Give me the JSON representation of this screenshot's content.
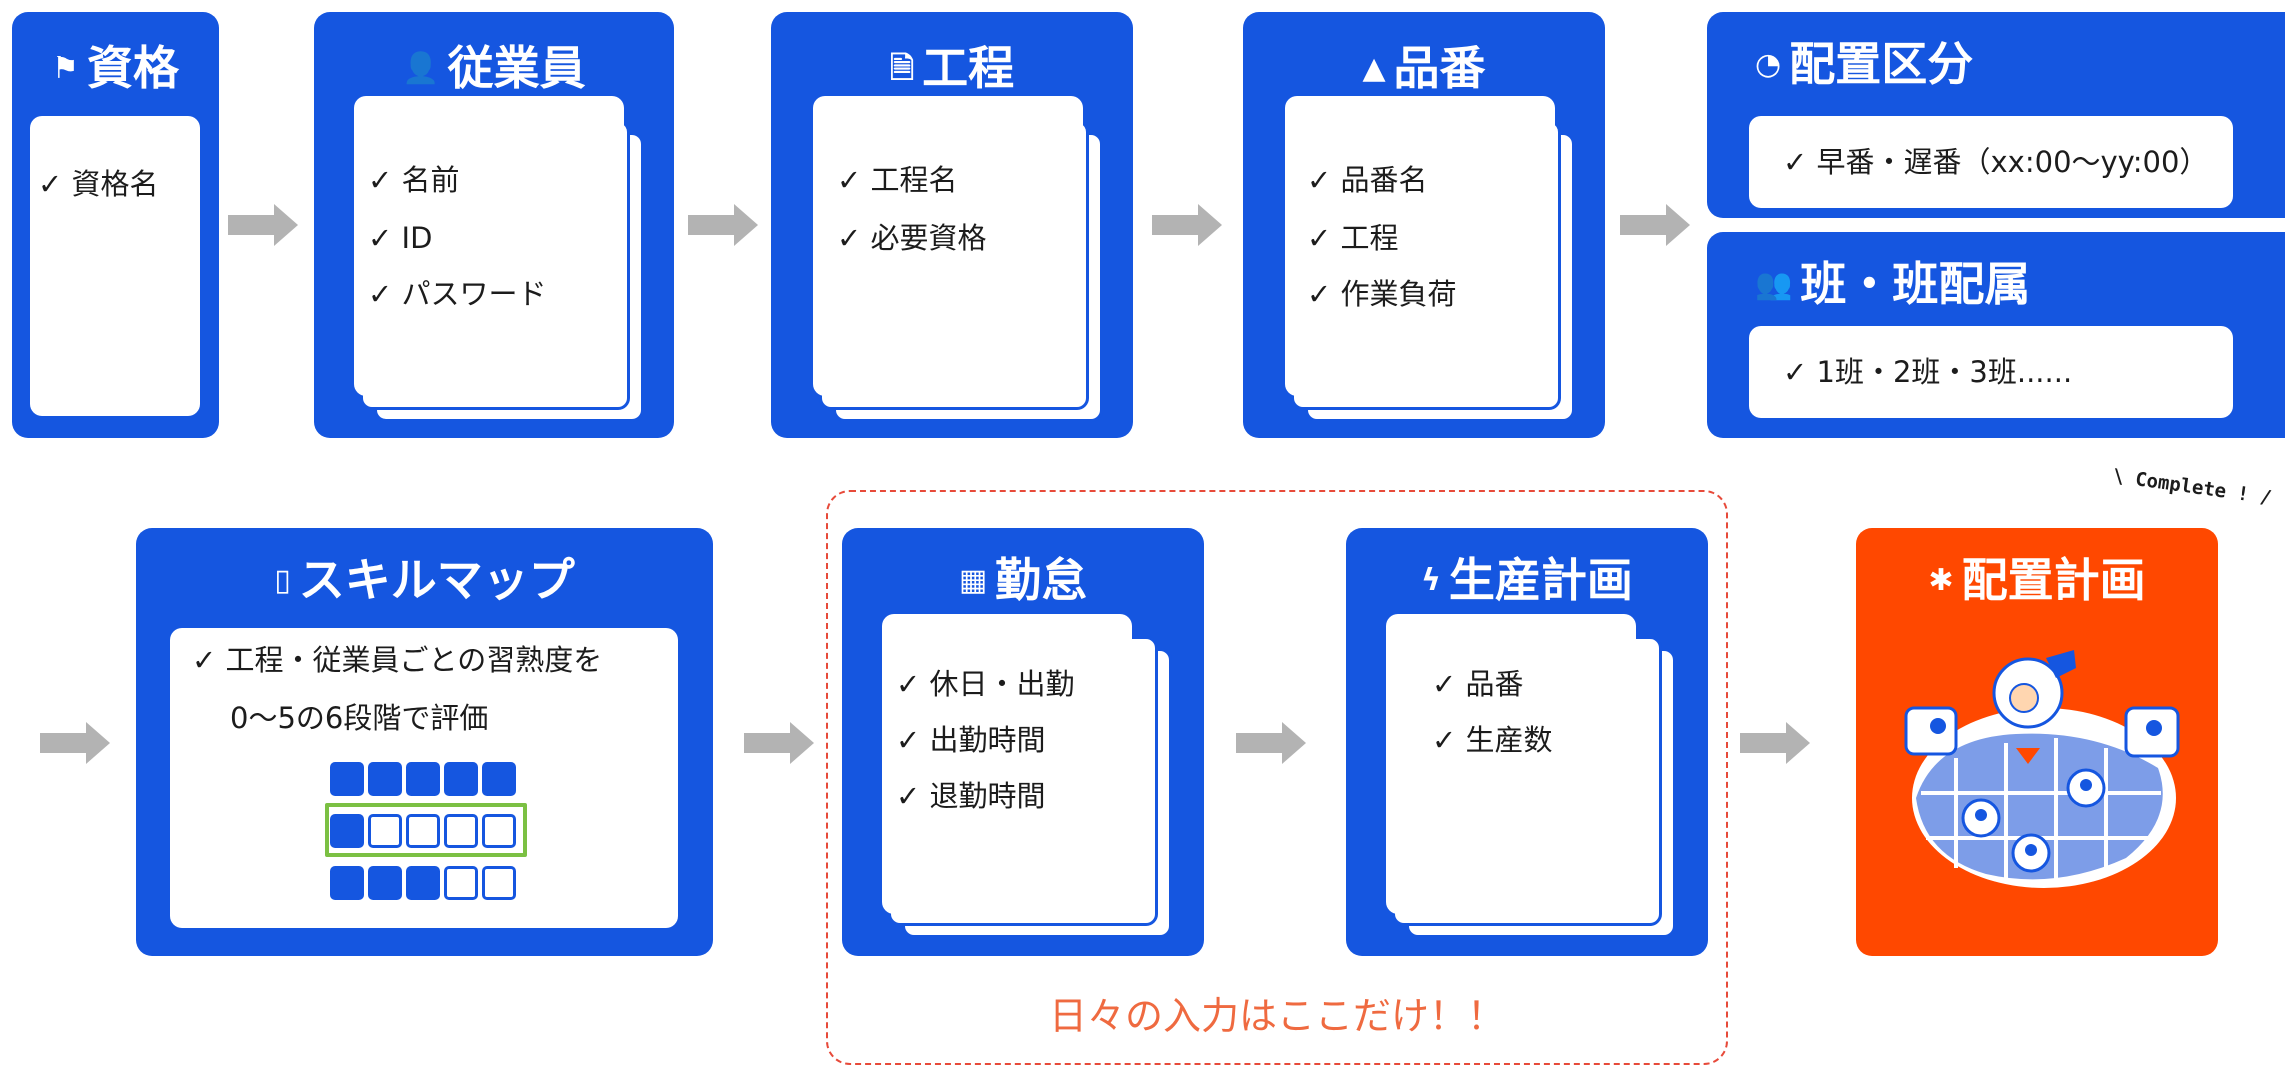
{
  "qualification": {
    "title": "資格",
    "items": [
      "✓ 資格名"
    ]
  },
  "employee": {
    "title": "従業員",
    "items": [
      "✓ 名前",
      "✓ ID",
      "✓ パスワード"
    ]
  },
  "process": {
    "title": "工程",
    "items": [
      "✓ 工程名",
      "✓ 必要資格"
    ]
  },
  "part_number": {
    "title": "品番",
    "items": [
      "✓ 品番名",
      "✓ 工程",
      "✓ 作業負荷"
    ]
  },
  "placement_category": {
    "title": "配置区分",
    "items": [
      "✓ 早番・遅番（xx:00〜yy:00）"
    ]
  },
  "team": {
    "title": "班・班配属",
    "items": [
      "✓ 1班・2班・3班......"
    ]
  },
  "skill_map": {
    "title": "スキルマップ",
    "items": [
      "✓ 工程・従業員ごとの習熟度を",
      "0〜5の6段階で評価"
    ],
    "levels": [
      5,
      1,
      3
    ],
    "highlight_color": "#7bc043"
  },
  "attendance": {
    "title": "勤怠",
    "items": [
      "✓ 休日・出勤",
      "✓ 出勤時間",
      "✓ 退勤時間"
    ]
  },
  "production_plan": {
    "title": "生産計画",
    "items": [
      "✓ 品番",
      "✓ 生産数"
    ]
  },
  "placement_plan": {
    "title": "配置計画"
  },
  "daily_input_note": "日々の入力はここだけ！！",
  "complete_label": "\\ Complete ! /",
  "colors": {
    "card": "#1556e0",
    "result": "#ff4800",
    "arrow": "#b3b3b3",
    "note": "#ef6a40"
  }
}
